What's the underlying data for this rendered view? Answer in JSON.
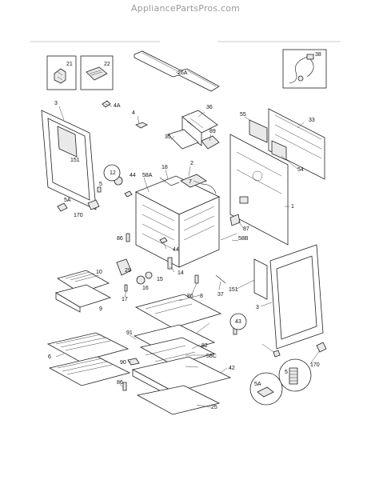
{
  "header": {
    "site_name": "AppliancePartsPros.com"
  },
  "callouts": {
    "p21": "21",
    "p22": "22",
    "p26a": "26A",
    "p38": "38",
    "p3_top": "3",
    "p4a": "4A",
    "p4": "4",
    "p36": "36",
    "p55": "55",
    "p33": "33",
    "p89": "89",
    "p35": "35",
    "p151_top": "151",
    "p12": "12",
    "p44_top": "44",
    "p18": "18",
    "p58a": "58A",
    "p2": "2",
    "p7": "7",
    "p54": "54",
    "p5_left": "5",
    "p5a_left": "5A",
    "p170_left": "170",
    "p1": "1",
    "p87": "87",
    "p86_left": "86",
    "p58b": "58B",
    "p44_mid": "44",
    "p14": "14",
    "p29": "29",
    "p15": "15",
    "p16": "16",
    "p10": "10",
    "p17": "17",
    "p9": "9",
    "p86_mid": "86",
    "p37": "37",
    "p151_right": "151",
    "p8": "8",
    "p3_right": "3",
    "p43": "43",
    "p91": "91",
    "p82": "82",
    "p58c": "58C",
    "p6": "6",
    "p90": "90",
    "p42": "42",
    "p86_bot": "86",
    "p25": "25",
    "p5_right": "5",
    "p5a_right": "5A",
    "p170_right": "170"
  }
}
